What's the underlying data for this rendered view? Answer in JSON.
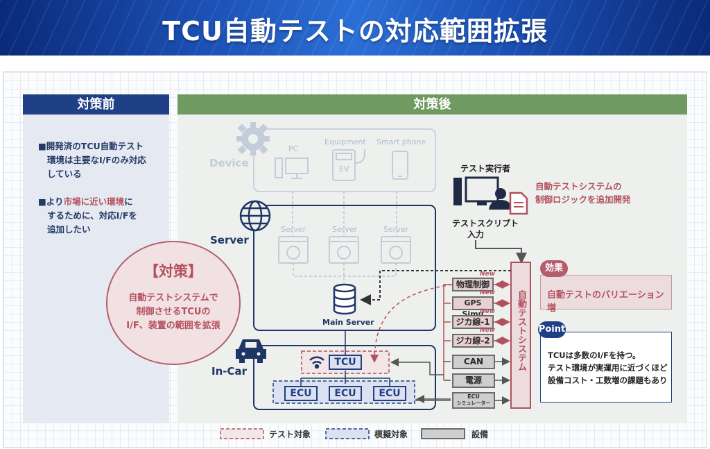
{
  "title": "TCU自動テストの対応範囲拡張",
  "before": {
    "header": "対策前",
    "bullet1": [
      "■開発済のTCU自動テスト",
      "環境は主要なI/Fのみ対応",
      "している"
    ],
    "bullet2_a": "■より",
    "bullet2_red": "市場に近い環境",
    "bullet2_b": "に",
    "bullet2_lines": [
      "するために、対応I/Fを",
      "追加したい"
    ]
  },
  "after": {
    "header": "対策後"
  },
  "measure": {
    "title": "【対策】",
    "lines": [
      "自動テストシステムで",
      "制御させるTCUの",
      "I/F、装置の範囲を拡張"
    ]
  },
  "device": {
    "label": "Device",
    "pc": "PC",
    "equipment": "Equipment",
    "ev": "EV",
    "smartphone": "Smart phone"
  },
  "server": {
    "label": "Server",
    "sub": [
      "Server",
      "Server",
      "Server"
    ],
    "main": "Main Server"
  },
  "incar": {
    "label": "In-Car",
    "tcu": "TCU",
    "ecus": [
      "ECU",
      "ECU",
      "ECU"
    ]
  },
  "tester": {
    "title": "テスト実行者",
    "script_input": [
      "テストスクリプト",
      "入力"
    ]
  },
  "dev_note": [
    "自動テストシステムの",
    "制御ロジックを追加開発"
  ],
  "interfaces": [
    {
      "label": "物理制御",
      "new": "New"
    },
    {
      "label": "GPS Simu",
      "new": "New"
    },
    {
      "label": "ジカ線-1",
      "new": "New"
    },
    {
      "label": "ジカ線-2",
      "new": "New"
    },
    {
      "label": "CAN",
      "new": ""
    },
    {
      "label": "電源",
      "new": ""
    },
    {
      "label": "ECU\nシミュレーター",
      "new": ""
    }
  ],
  "ecu_sim": {
    "top": "ECU",
    "bottom": "シミュレーター"
  },
  "auto_system": "自動テストシステム",
  "effect": {
    "tag": "効果",
    "text": "自動テストのバリエーション増"
  },
  "point": {
    "tag": "Point",
    "line1": "TCUは多数のI/Fを持つ。",
    "line2": "テスト環境が実運用に近づくほど",
    "line3": "設備コスト・工数増の課題もあり"
  },
  "legend": {
    "test_target": "テスト対象",
    "simulated_target": "模擬対象",
    "equipment": "設備"
  },
  "colors": {
    "navy": "#1f3f86",
    "green": "#6f9a62",
    "rose": "#b2515e",
    "gray": "#6b6b6b"
  }
}
